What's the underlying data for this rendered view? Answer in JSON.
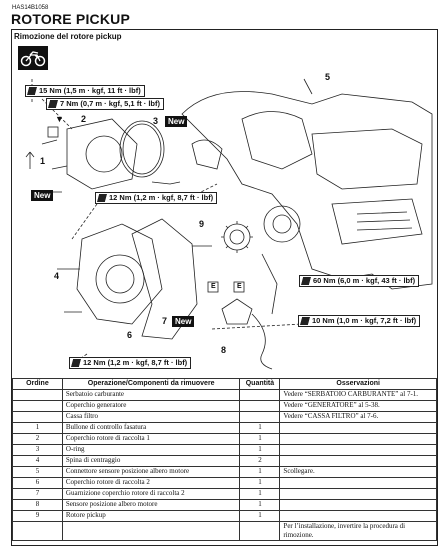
{
  "header": {
    "code": "HAS14B1058",
    "title": "ROTORE PICKUP"
  },
  "section": {
    "subtitle": "Rimozione del rotore pickup",
    "icon": "motorcycle-icon"
  },
  "diagram": {
    "new_label": "New",
    "torques": [
      "15 Nm (1,5 m · kgf, 11 ft · lbf)",
      "7 Nm (0,7 m · kgf, 5,1 ft · lbf)",
      "12 Nm (1,2 m · kgf, 8,7 ft · lbf)",
      "60 Nm (6,0 m · kgf, 43 ft · lbf)",
      "10 Nm (1,0 m · kgf, 7,2 ft · lbf)",
      "12 Nm (1,2 m · kgf, 8,7 ft · lbf)"
    ],
    "callouts": [
      "1",
      "2",
      "3",
      "4",
      "5",
      "6",
      "7",
      "8",
      "9"
    ],
    "symbols": [
      "E",
      "E"
    ]
  },
  "table": {
    "headers": [
      "Ordine",
      "Operazione/Componenti da rimuovere",
      "Quantità",
      "Osservazioni"
    ],
    "rows": [
      {
        "ordine": "",
        "op": "Serbatoio carburante",
        "qty": "",
        "obs": "Vedere “SERBATOIO CARBURANTE” al 7-1."
      },
      {
        "ordine": "",
        "op": "Coperchio generatore",
        "qty": "",
        "obs": "Vedere “GENERATORE” al 5-38."
      },
      {
        "ordine": "",
        "op": "Cassa filtro",
        "qty": "",
        "obs": "Vedere “CASSA FILTRO” al 7-6."
      },
      {
        "ordine": "1",
        "op": "Bullone di controllo fasatura",
        "qty": "1",
        "obs": ""
      },
      {
        "ordine": "2",
        "op": "Coperchio rotore di raccolta 1",
        "qty": "1",
        "obs": ""
      },
      {
        "ordine": "3",
        "op": "O-ring",
        "qty": "1",
        "obs": ""
      },
      {
        "ordine": "4",
        "op": "Spina di centraggio",
        "qty": "2",
        "obs": ""
      },
      {
        "ordine": "5",
        "op": "Connettore sensore posizione albero motore",
        "qty": "1",
        "obs": "Scollegare."
      },
      {
        "ordine": "6",
        "op": "Coperchio rotore di raccolta 2",
        "qty": "1",
        "obs": ""
      },
      {
        "ordine": "7",
        "op": "Guarnizione coperchio rotore di raccolta 2",
        "qty": "1",
        "obs": ""
      },
      {
        "ordine": "8",
        "op": "Sensore posizione albero motore",
        "qty": "1",
        "obs": ""
      },
      {
        "ordine": "9",
        "op": "Rotore pickup",
        "qty": "1",
        "obs": ""
      },
      {
        "ordine": "",
        "op": "",
        "qty": "",
        "obs": "Per l’installazione, invertire la procedura di rimozione."
      }
    ]
  }
}
